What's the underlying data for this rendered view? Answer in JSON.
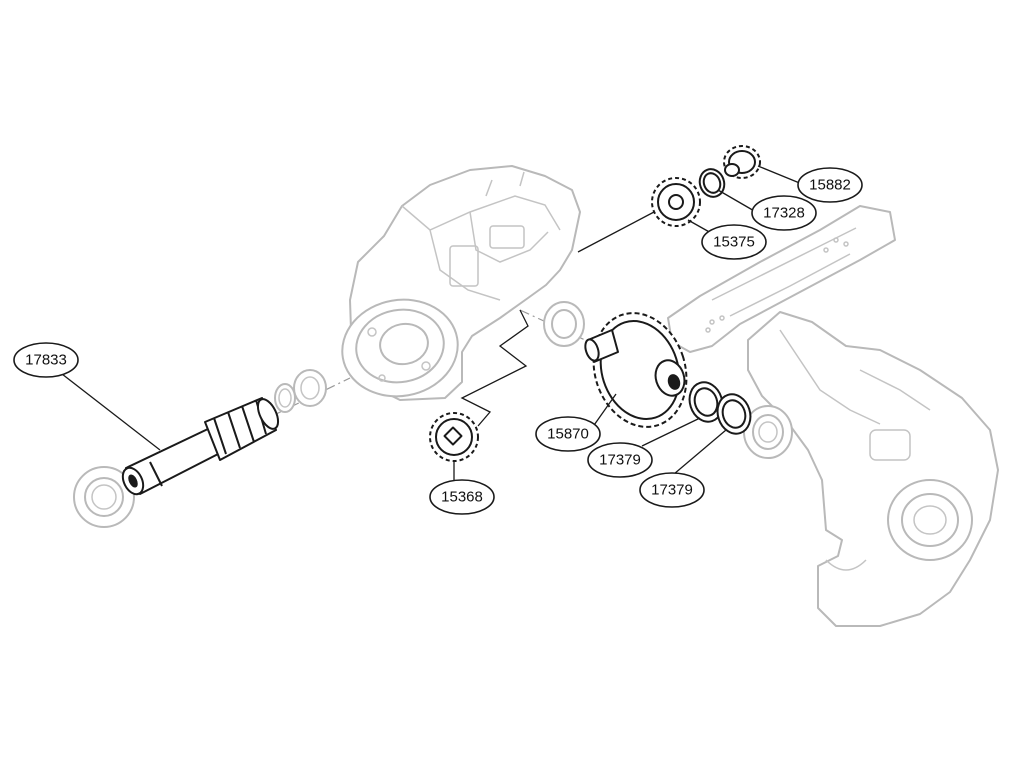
{
  "callouts": [
    {
      "id": "c17833",
      "label": "17833"
    },
    {
      "id": "c15882",
      "label": "15882"
    },
    {
      "id": "c17328",
      "label": "17328"
    },
    {
      "id": "c15375",
      "label": "15375"
    },
    {
      "id": "c15870",
      "label": "15870"
    },
    {
      "id": "c17379a",
      "label": "17379"
    },
    {
      "id": "c17379b",
      "label": "17379"
    },
    {
      "id": "c15368",
      "label": "15368"
    }
  ]
}
